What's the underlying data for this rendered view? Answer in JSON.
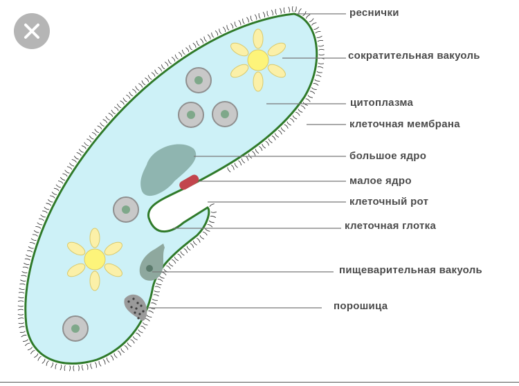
{
  "diagram": {
    "labels": {
      "cilia": "реснички",
      "contractile_vacuole": "сократительная вакуоль",
      "cytoplasm": "цитоплазма",
      "cell_membrane": "клеточная мембрана",
      "macronucleus": "большое ядро",
      "micronucleus": "малое ядро",
      "cell_mouth": "клеточный рот",
      "cell_pharynx": "клеточная глотка",
      "digestive_vacuole": "пищеварительная вакуоль",
      "anal_pore": "порошица"
    }
  },
  "ui": {
    "close_icon": "close-icon"
  },
  "colors": {
    "cytoplasm": "#cdf1f7",
    "membrane": "#2f7a2a",
    "cilia": "#3a3a3a",
    "vacuole_ray": "#fbf0a8",
    "vacuole_center": "#fdf47a",
    "food_vacuole": "#c8c8c8",
    "food_core": "#7fa88a",
    "macronucleus": "#8fb5b0",
    "micronucleus": "#c2454d",
    "digestive_vacuole": "#8ea89e",
    "anal_pore": "#9a9a9a",
    "close_button": "#b5b5b5"
  }
}
